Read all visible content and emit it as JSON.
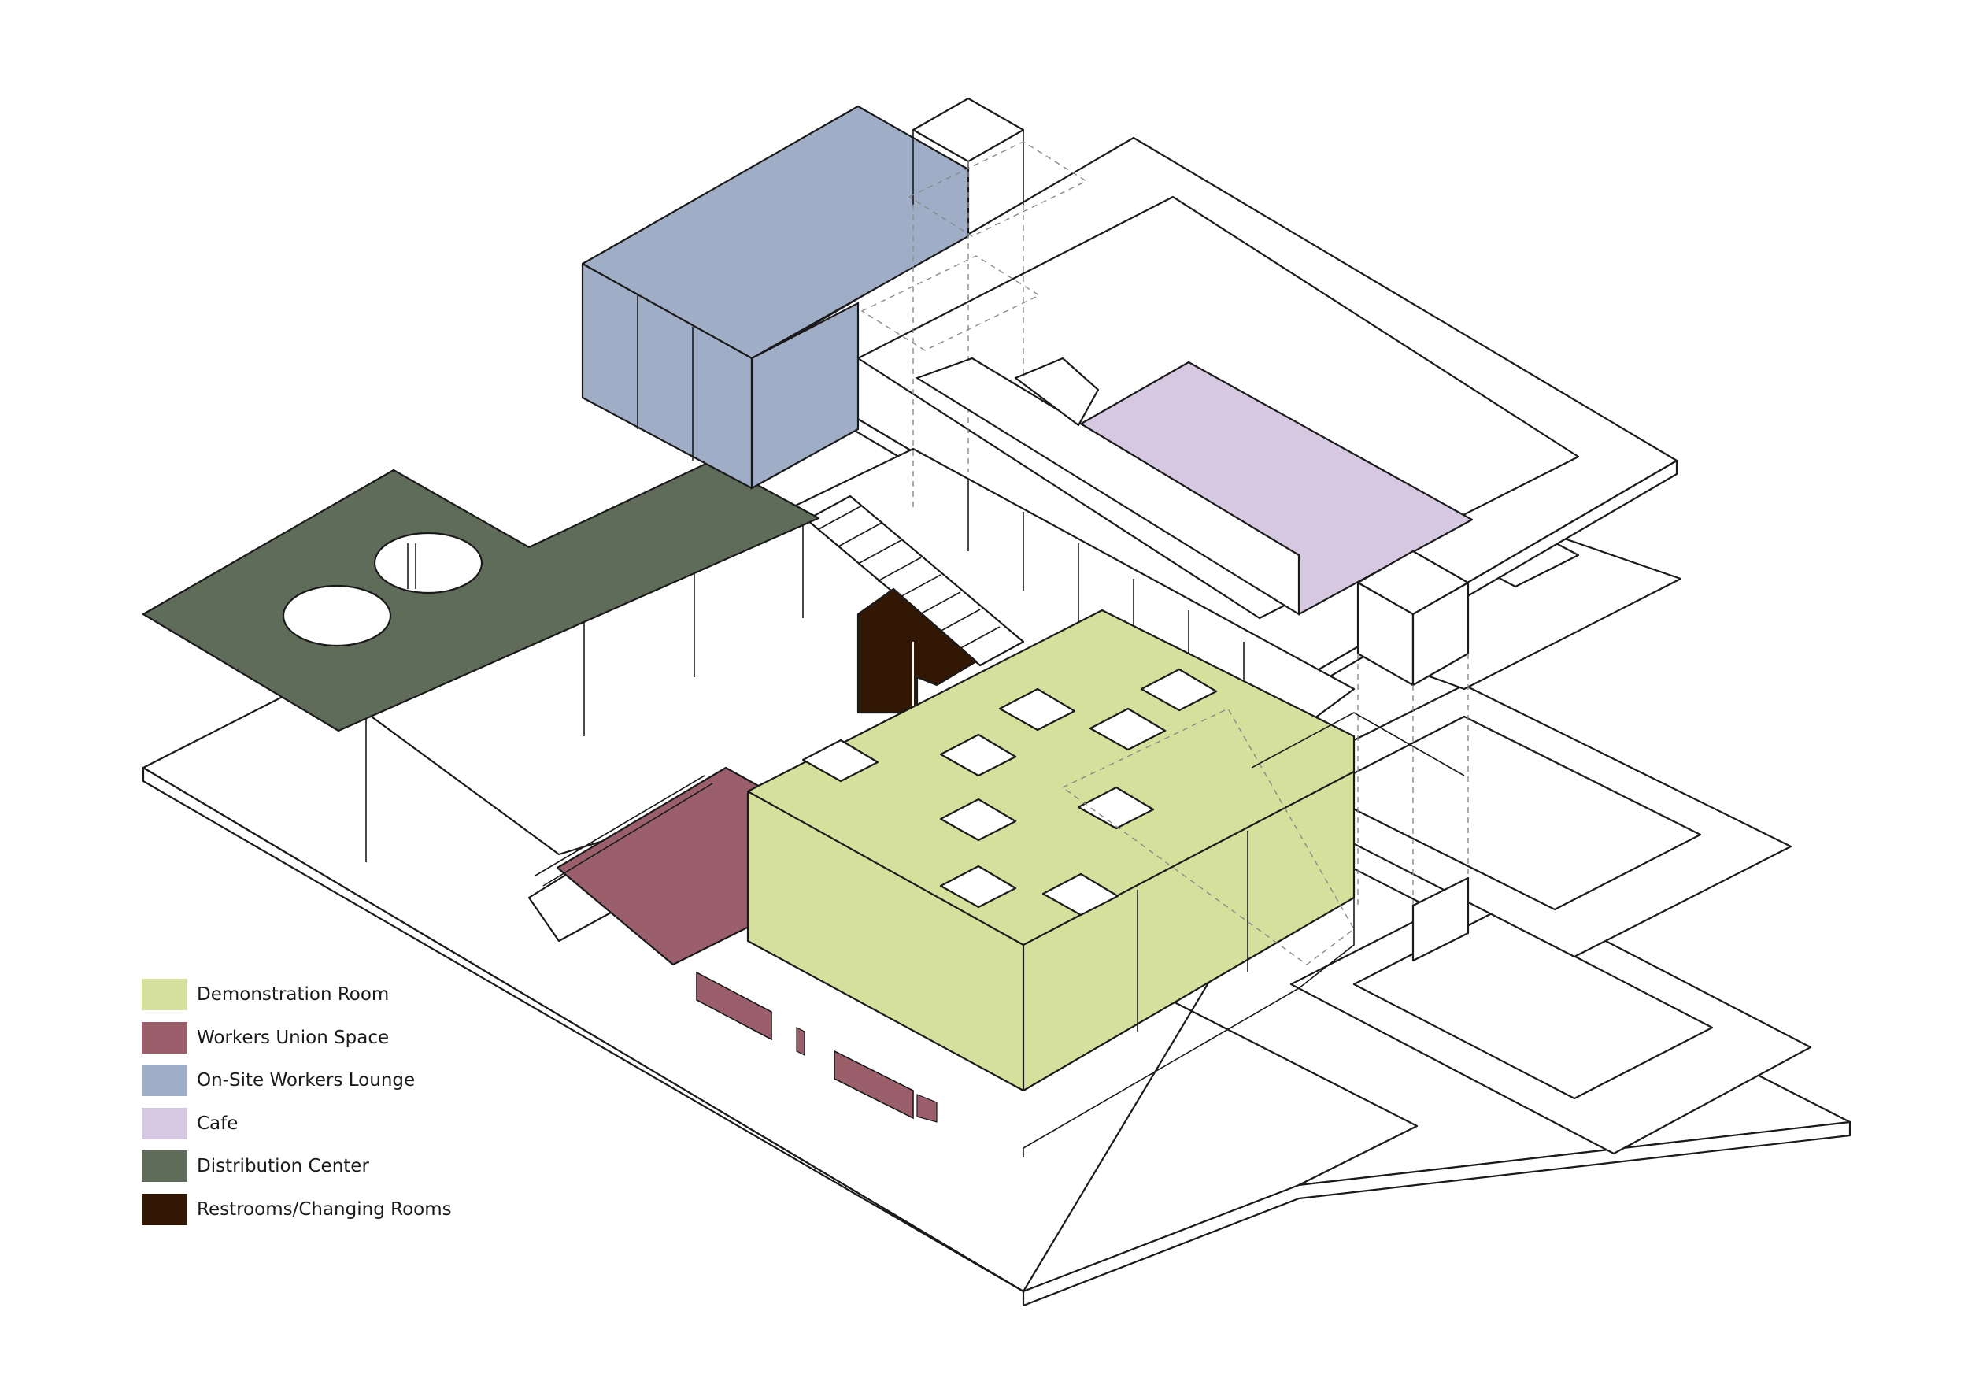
{
  "legend": {
    "items": [
      {
        "label": "Demonstration Room",
        "color": "#d4e09b"
      },
      {
        "label": "Workers Union Space",
        "color": "#9a5f6b"
      },
      {
        "label": "On-Site Workers Lounge",
        "color": "#9fadc6"
      },
      {
        "label": "Cafe",
        "color": "#d5c8e0"
      },
      {
        "label": "Distribution Center",
        "color": "#5f6c59"
      },
      {
        "label": "Restrooms/Changing Rooms",
        "color": "#321705"
      }
    ]
  }
}
